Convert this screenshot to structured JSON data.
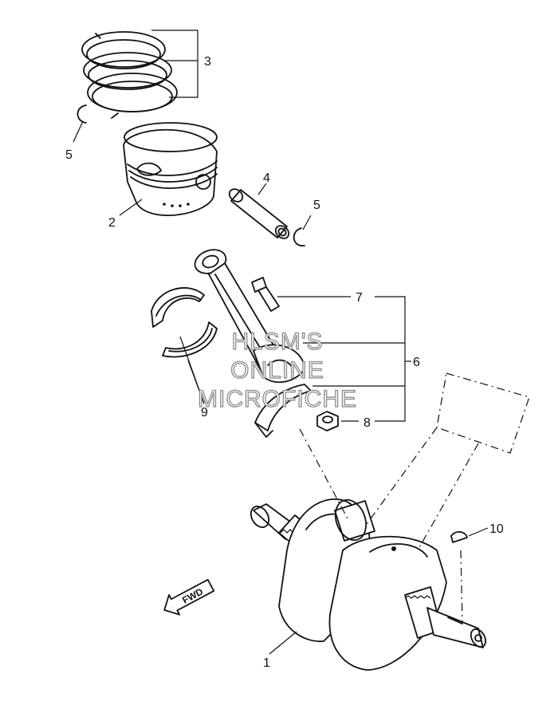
{
  "callouts": {
    "c1": "1",
    "c2": "2",
    "c3": "3",
    "c4": "4",
    "c5a": "5",
    "c5b": "5",
    "c6": "6",
    "c7": "7",
    "c8": "8",
    "c9": "9",
    "c10": "10"
  },
  "watermark": {
    "line1": "HLSM'S",
    "line2": "ONLINE",
    "line3": "MICROFICHE"
  },
  "fwd_label": "FWD"
}
